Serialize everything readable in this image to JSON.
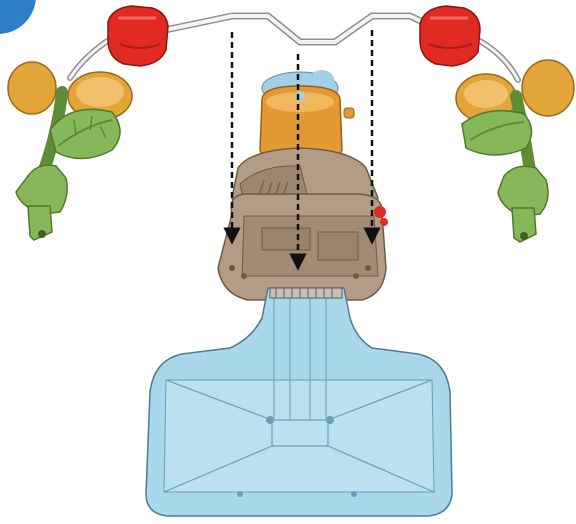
{
  "diagram": {
    "step_marker": {
      "color": "#2f7fc8"
    },
    "parts": {
      "wire_arch": {
        "color": "#f4f4f4",
        "outline": "#9a9a9a"
      },
      "clips": {
        "count": 2,
        "color": "#e02a22"
      },
      "leaf_rattles": {
        "count": 2,
        "petal_color": "#e3a53a",
        "leaf_color": "#86b85a"
      },
      "toy_head": {
        "color": "#e39a35",
        "accent": "#9fd0e8"
      },
      "housing": {
        "color": "#b39c86"
      },
      "tray": {
        "color": "#a8d8ea",
        "outline": "#4d7c92"
      }
    },
    "arrows": {
      "count": 3,
      "style": "dashed",
      "direction": "down",
      "color": "#111111"
    }
  }
}
